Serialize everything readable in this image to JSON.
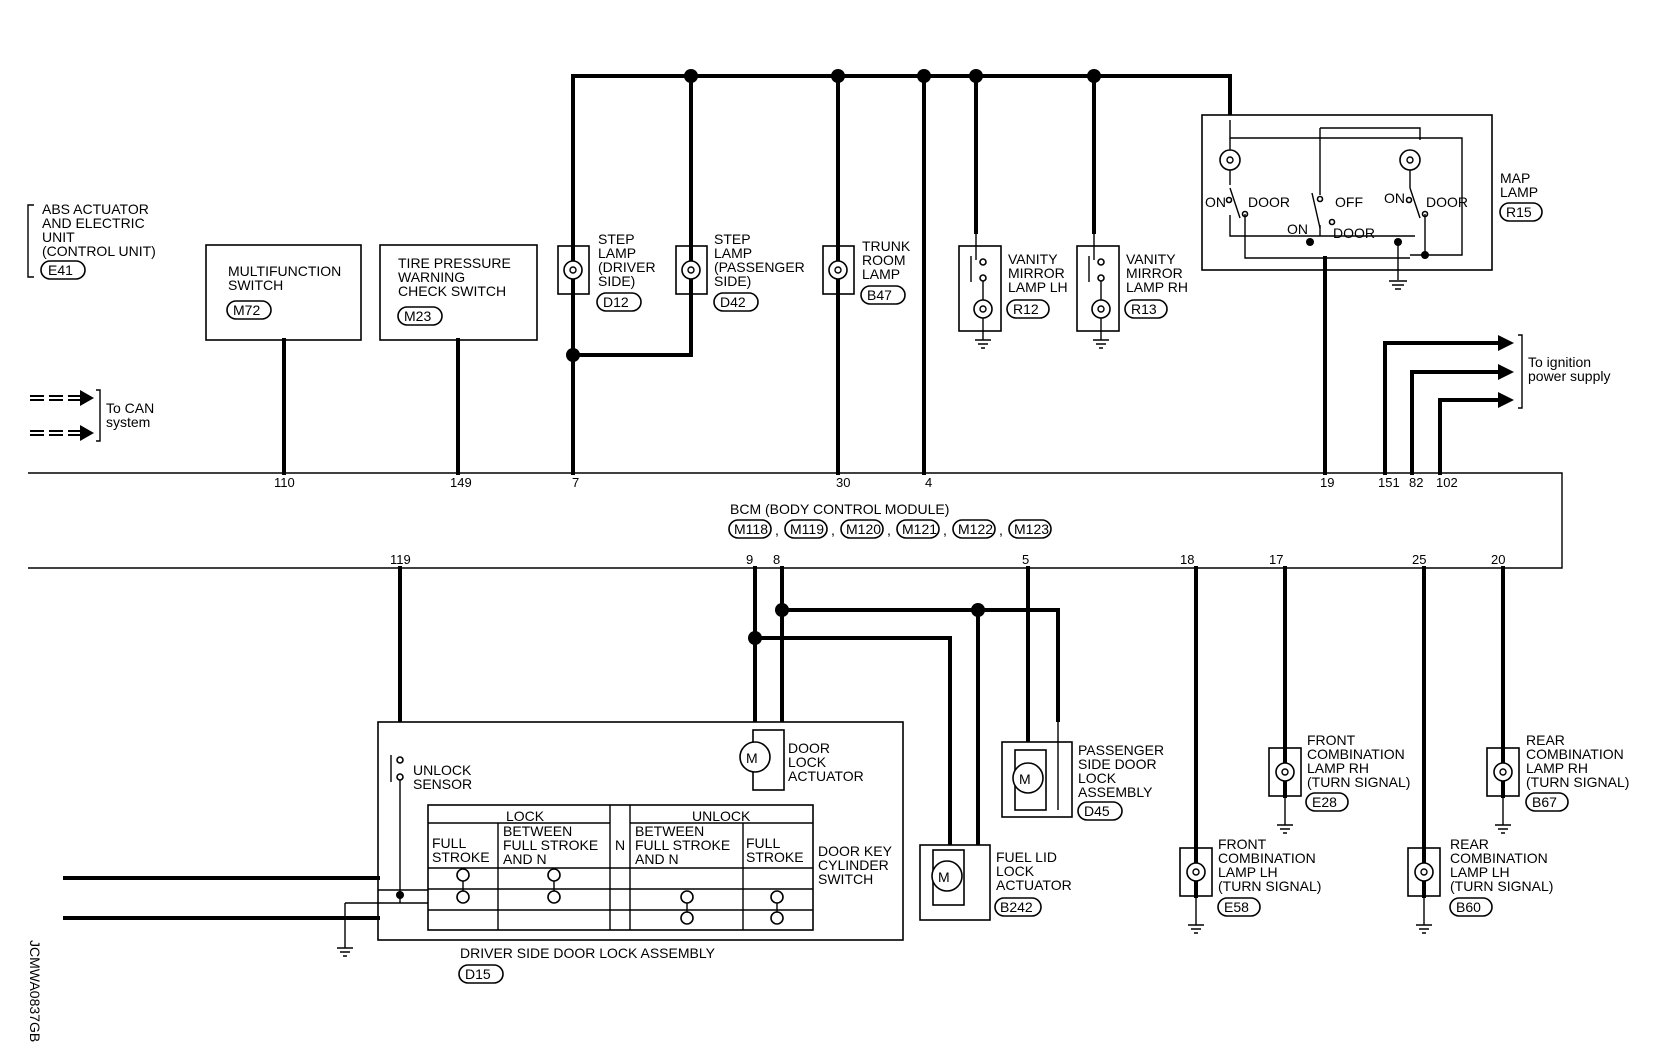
{
  "bcm": {
    "name": "BCM (BODY CONTROL MODULE)",
    "connectors": [
      "M118",
      "M119",
      "M120",
      "M121",
      "M122",
      "M123"
    ],
    "top_pins": [
      "110",
      "149",
      "7",
      "30",
      "4",
      "19",
      "151",
      "82",
      "102"
    ],
    "bottom_pins": [
      "119",
      "9",
      "8",
      "5",
      "18",
      "17",
      "25",
      "20"
    ]
  },
  "abs": {
    "lines": [
      "ABS ACTUATOR",
      "AND ELECTRIC",
      "UNIT",
      "(CONTROL UNIT)"
    ],
    "connector": "E41"
  },
  "can": {
    "lines": [
      "To CAN",
      "system"
    ]
  },
  "ignition": {
    "lines": [
      "To ignition",
      "power supply"
    ]
  },
  "multifunction_switch": {
    "lines": [
      "MULTIFUNCTION",
      "SWITCH"
    ],
    "connector": "M72"
  },
  "tire_pressure_switch": {
    "lines": [
      "TIRE PRESSURE",
      "WARNING",
      "CHECK SWITCH"
    ],
    "connector": "M23"
  },
  "step_lamp_driver": {
    "lines": [
      "STEP",
      "LAMP",
      "(DRIVER",
      "SIDE)"
    ],
    "connector": "D12"
  },
  "step_lamp_passenger": {
    "lines": [
      "STEP",
      "LAMP",
      "(PASSENGER",
      "SIDE)"
    ],
    "connector": "D42"
  },
  "trunk_room_lamp": {
    "lines": [
      "TRUNK",
      "ROOM",
      "LAMP"
    ],
    "connector": "B47"
  },
  "vanity_lh": {
    "lines": [
      "VANITY",
      "MIRROR",
      "LAMP LH"
    ],
    "connector": "R12"
  },
  "vanity_rh": {
    "lines": [
      "VANITY",
      "MIRROR",
      "LAMP RH"
    ],
    "connector": "R13"
  },
  "map_lamp": {
    "lines": [
      "MAP",
      "LAMP"
    ],
    "connector": "R15",
    "switch_labels": {
      "on_left": "ON",
      "door_left": "DOOR",
      "off": "OFF",
      "on_mid": "ON",
      "door_mid": "DOOR",
      "on_right": "ON",
      "door_right": "DOOR"
    }
  },
  "door_lock_actuator": {
    "lines": [
      "DOOR",
      "LOCK",
      "ACTUATOR"
    ]
  },
  "unlock_sensor": {
    "lines": [
      "UNLOCK",
      "SENSOR"
    ]
  },
  "fuel_lid": {
    "lines": [
      "FUEL LID",
      "LOCK",
      "ACTUATOR"
    ],
    "connector": "B242"
  },
  "passenger_door_lock": {
    "lines": [
      "PASSENGER",
      "SIDE DOOR",
      "LOCK",
      "ASSEMBLY"
    ],
    "connector": "D45"
  },
  "front_combo_lh": {
    "lines": [
      "FRONT",
      "COMBINATION",
      "LAMP LH",
      "(TURN SIGNAL)"
    ],
    "connector": "E58"
  },
  "front_combo_rh": {
    "lines": [
      "FRONT",
      "COMBINATION",
      "LAMP RH",
      "(TURN SIGNAL)"
    ],
    "connector": "E28"
  },
  "rear_combo_lh": {
    "lines": [
      "REAR",
      "COMBINATION",
      "LAMP LH",
      "(TURN SIGNAL)"
    ],
    "connector": "B60"
  },
  "rear_combo_rh": {
    "lines": [
      "REAR",
      "COMBINATION",
      "LAMP RH",
      "(TURN SIGNAL)"
    ],
    "connector": "B67"
  },
  "driver_door_lock": {
    "label": "DRIVER SIDE DOOR LOCK ASSEMBLY",
    "connector": "D15"
  },
  "key_switch": {
    "lines": [
      "DOOR KEY",
      "CYLINDER",
      "SWITCH"
    ],
    "lock": "LOCK",
    "unlock": "UNLOCK",
    "n": "N",
    "full_stroke": [
      "FULL",
      "STROKE"
    ],
    "between": [
      "BETWEEN",
      "FULL STROKE",
      "AND N"
    ]
  },
  "code": "JCMWA0837GB"
}
